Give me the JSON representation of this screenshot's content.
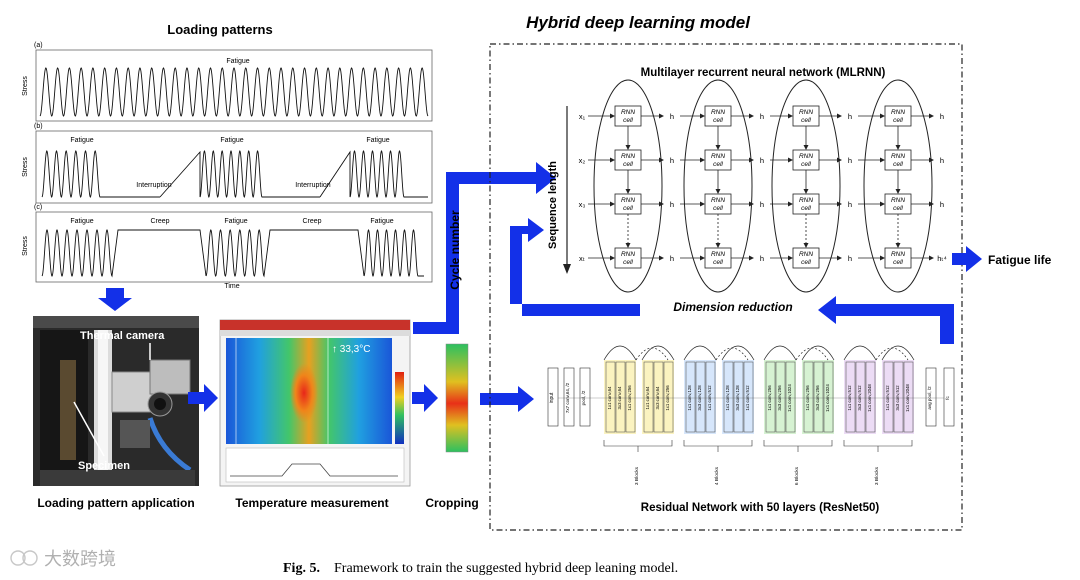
{
  "loading": {
    "title": "Loading patterns",
    "panel_a": {
      "tag": "(a)",
      "label": "Fatigue",
      "ylabel": "Stress"
    },
    "panel_b": {
      "tag": "(b)",
      "fatigue": "Fatigue",
      "interruption": "Interruption",
      "ylabel": "Stress"
    },
    "panel_c": {
      "tag": "(c)",
      "fatigue": "Fatigue",
      "creep": "Creep",
      "ylabel": "Stress",
      "xlabel": "Time"
    }
  },
  "photos": {
    "thermal_camera": "Thermal camera",
    "specimen": "Specimen",
    "temperature": "↑ 33,3°C"
  },
  "captions": {
    "application": "Loading pattern application",
    "measurement": "Temperature measurement",
    "cropping": "Cropping",
    "cycle_number": "Cycle number"
  },
  "model": {
    "title": "Hybrid deep learning model",
    "mlrnn_title": "Multilayer recurrent neural network (MLRNN)",
    "sequence_length": "Sequence length",
    "dimension_reduction": "Dimension reduction",
    "fatigue_life": "Fatigue life",
    "resnet_title": "Residual Network with 50 layers (ResNet50)",
    "rnn_cell_line1": "RNN",
    "rnn_cell_line2": "cell",
    "inputs": [
      "x₁",
      "x₂",
      "x₃",
      "xₜ"
    ],
    "output": "hₜ⁴"
  },
  "resnet": {
    "input": "input",
    "conv1": "7x7 conv,64, /2",
    "pool": "pool, /2",
    "avg_pool": "avg pool, /2",
    "fc": "fc",
    "stage_blocks": [
      "3 Blocks",
      "4 Blocks",
      "6 Blocks",
      "3 Blocks"
    ],
    "stage1": [
      "1x1 conv,64",
      "3x3 conv,64",
      "1x1 conv,256"
    ],
    "stage2": [
      "1x1 conv,128",
      "3x3 conv,128",
      "1x1 conv,512"
    ],
    "stage3": [
      "1x1 conv,256",
      "3x3 conv,256",
      "1x1 conv,1024"
    ],
    "stage4": [
      "1x1 conv,512",
      "3x3 conv,512",
      "1x1 conv,2048"
    ]
  },
  "colors": {
    "arrow": "#1330e8",
    "stage1": "#fbf3c0",
    "stage2": "#d6e6fb",
    "stage3": "#d6f2d2",
    "stage4": "#ecdcf5"
  },
  "figure_caption": {
    "label": "Fig. 5.",
    "text": "Framework to train the suggested hybrid deep leaning model."
  },
  "watermark": "大数跨境"
}
